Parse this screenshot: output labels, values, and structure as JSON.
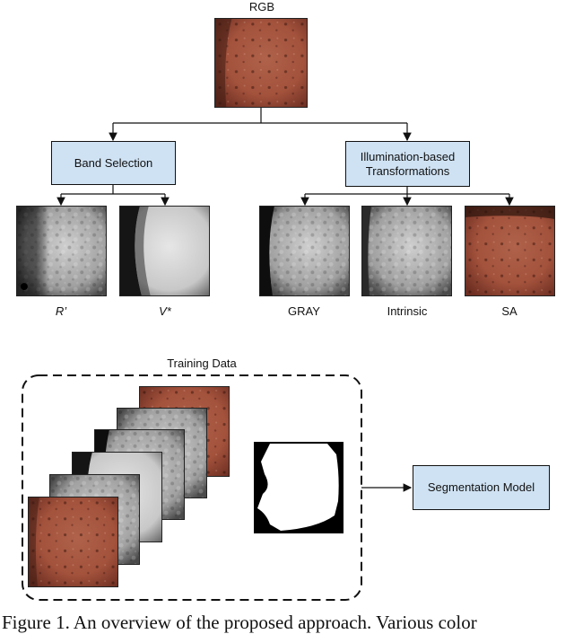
{
  "top": {
    "rgb_label": "RGB",
    "band_selection_label": "Band Selection",
    "illum_label_line1": "Illumination-based",
    "illum_label_line2": "Transformations",
    "r_prime_label": "R’",
    "v_star_label": "V*",
    "gray_label": "GRAY",
    "intrinsic_label": "Intrinsic",
    "sa_label": "SA"
  },
  "bottom": {
    "training_data_label": "Training Data",
    "segmentation_model_label": "Segmentation Model"
  },
  "caption": "Figure 1. An overview of the proposed approach. Various color",
  "colors": {
    "box_fill": "#cfe2f3",
    "skin_red": "#a3523c",
    "skin_dark": "#5e2a1f"
  }
}
